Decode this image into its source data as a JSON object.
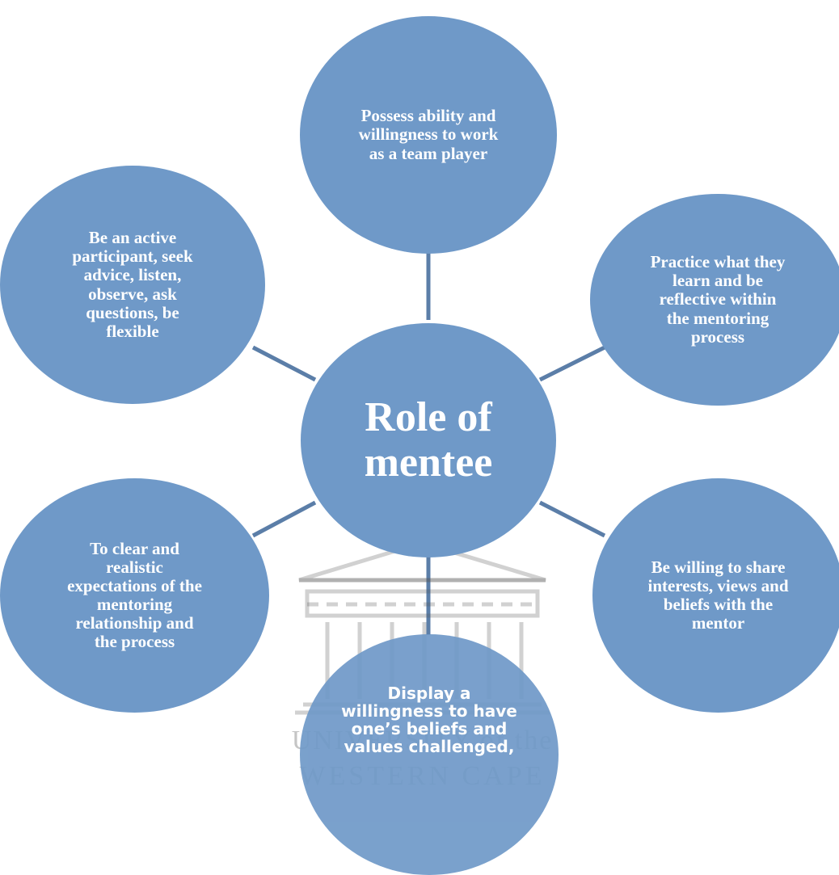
{
  "diagram": {
    "center": {
      "label": "Role of\nmentee"
    },
    "nodes": [
      {
        "id": "top",
        "label": "Possess ability and\nwillingness to work\nas a team player"
      },
      {
        "id": "top-left",
        "label": "Be an active\nparticipant, seek\nadvice, listen,\nobserve, ask\nquestions, be\nflexible"
      },
      {
        "id": "top-right",
        "label": "Practice what they\nlearn and be\nreflective within\nthe mentoring\nprocess"
      },
      {
        "id": "bottom-left",
        "label": "To clear and\nrealistic\nexpectations of the\nmentoring\nrelationship and\nthe process"
      },
      {
        "id": "bottom-right",
        "label": "Be willing to share\ninterests, views and\nbeliefs with the\nmentor"
      },
      {
        "id": "bottom",
        "label": "Display a\nwillingness to have\none’s beliefs and\nvalues challenged,"
      }
    ]
  },
  "watermark": {
    "line1": "UNIVERSITY of the",
    "line2": "WESTERN CAPE"
  },
  "colors": {
    "node_fill": "#6f99c8",
    "connector": "#5b7ea8",
    "text": "#ffffff"
  }
}
